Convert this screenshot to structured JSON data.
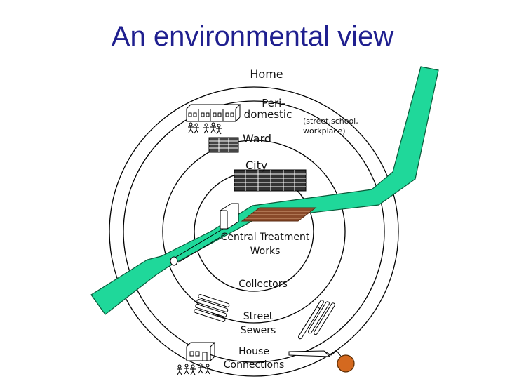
{
  "title": "An environmental view",
  "labels": {
    "home": "Home",
    "peri": "Peri-",
    "domestic": "domestic",
    "street_school_1": "(street,school,",
    "street_school_2": "workplace)",
    "ward": "Ward",
    "city": "City",
    "central_1": "Central Treatment",
    "central_2": "Works",
    "collectors": "Collectors",
    "street_1": "Street",
    "street_2": "Sewers",
    "house_1": "House",
    "house_2": "Connections"
  },
  "colors": {
    "river": "#1fd89a",
    "river_outline": "#0a5a3a",
    "ring": "#000000",
    "works_bed": "#8a4a2a",
    "sphere": "#d4691f"
  },
  "icons": [
    "house-row-icon",
    "people-icon",
    "ward-buildings-icon",
    "city-buildings-icon",
    "treatment-tank-icon",
    "treatment-bed-icon",
    "sewer-pipes-icon",
    "house-icon",
    "sphere-icon"
  ]
}
